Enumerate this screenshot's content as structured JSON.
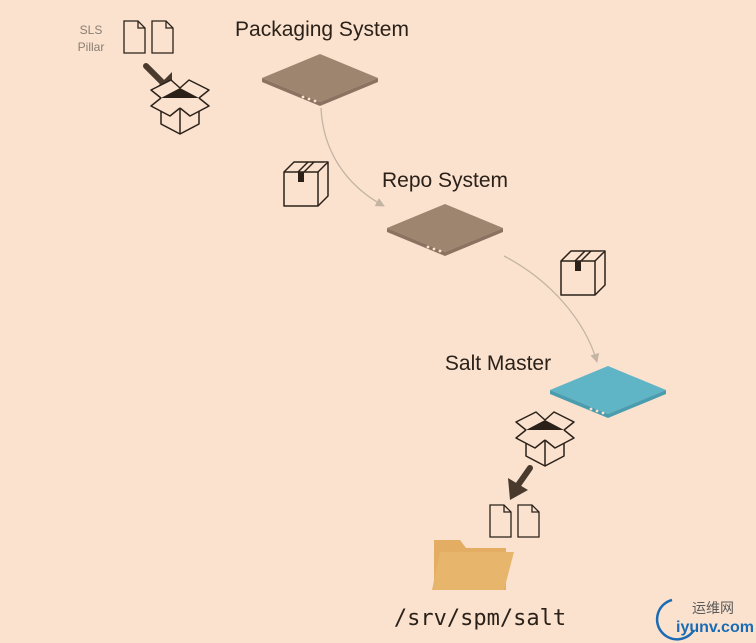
{
  "nodes": {
    "packaging": {
      "label": "Packaging System",
      "color": "#9e8570"
    },
    "repo": {
      "label": "Repo System",
      "color": "#9e8570"
    },
    "salt_master": {
      "label": "Salt Master",
      "color": "#5fb4c6"
    }
  },
  "source_files": {
    "line1": "SLS",
    "line2": "Pillar"
  },
  "destination": {
    "path": "/srv/spm/salt",
    "folder_color": "#e8b56c"
  },
  "watermark": {
    "name": "运维网",
    "site": "iyunv.com"
  },
  "colors": {
    "background": "#fae2cf",
    "arrow": "#c4b4a3",
    "icon": "#2b2119"
  },
  "icons": [
    "document-icon",
    "package-box-icon",
    "open-box-icon",
    "folder-icon",
    "down-arrow-icon",
    "server-icon"
  ]
}
